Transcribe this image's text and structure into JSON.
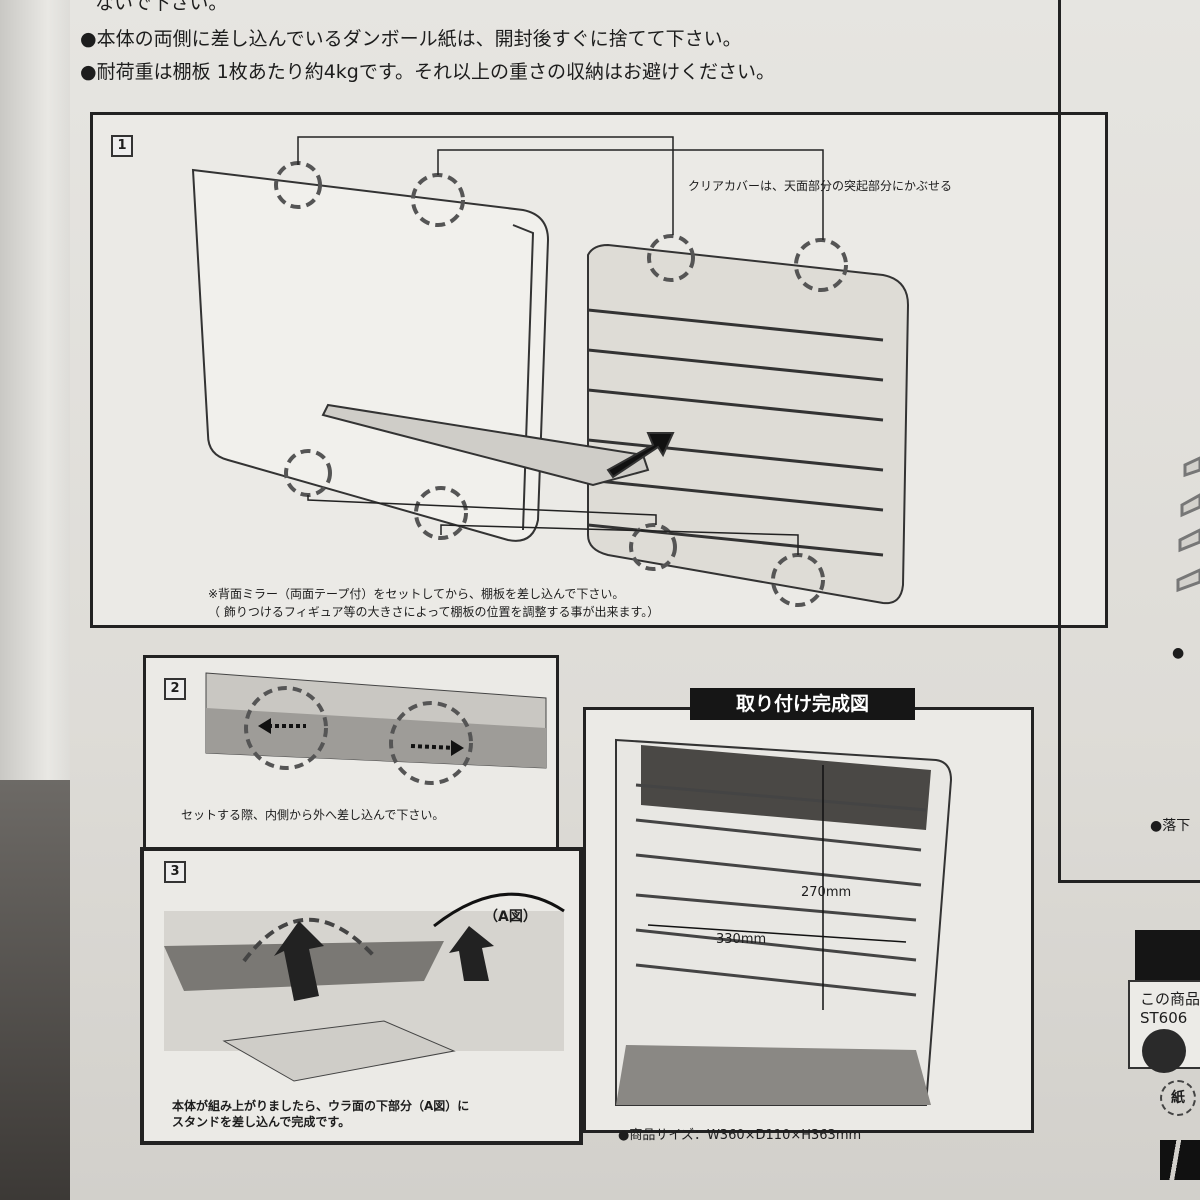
{
  "notes": [
    "ないで下さい。",
    "●本体の両側に差し込んでいるダンボール紙は、開封後すぐに捨てて下さい。",
    "●耐荷重は棚板 1枚あたり約4kgです。それ以上の重さの収納はお避けください。"
  ],
  "step1": {
    "number": "1",
    "callout": "クリアカバーは、天面部分の突起部分にかぶせる",
    "caption_line1": "※背面ミラー（両面テープ付）をセットしてから、棚板を差し込んで下さい。",
    "caption_line2": "（ 飾りつけるフィギュア等の大きさによって棚板の位置を調整する事が出来ます。）"
  },
  "step2": {
    "number": "2",
    "caption": "セットする際、内側から外へ差し込んで下さい。"
  },
  "step3": {
    "number": "3",
    "detail_label": "（A図）",
    "caption_line1": "本体が組み上がりましたら、ウラ面の下部分（A図）に",
    "caption_line2": "スタンドを差し込んで完成です。"
  },
  "completed": {
    "title": "取り付け完成図",
    "height_dim": "270mm",
    "width_dim": "330mm",
    "size": "●商品サイズ：W360×D110×H363mm"
  },
  "right_panel": {
    "bullet1": "●",
    "bullet2": "●落下",
    "product_line1": "この商品",
    "product_line2": "ST606",
    "recycle_mark": "紙"
  },
  "colors": {
    "box": "#e4e3df",
    "ink": "#1d1d1d",
    "banner": "#161616"
  }
}
